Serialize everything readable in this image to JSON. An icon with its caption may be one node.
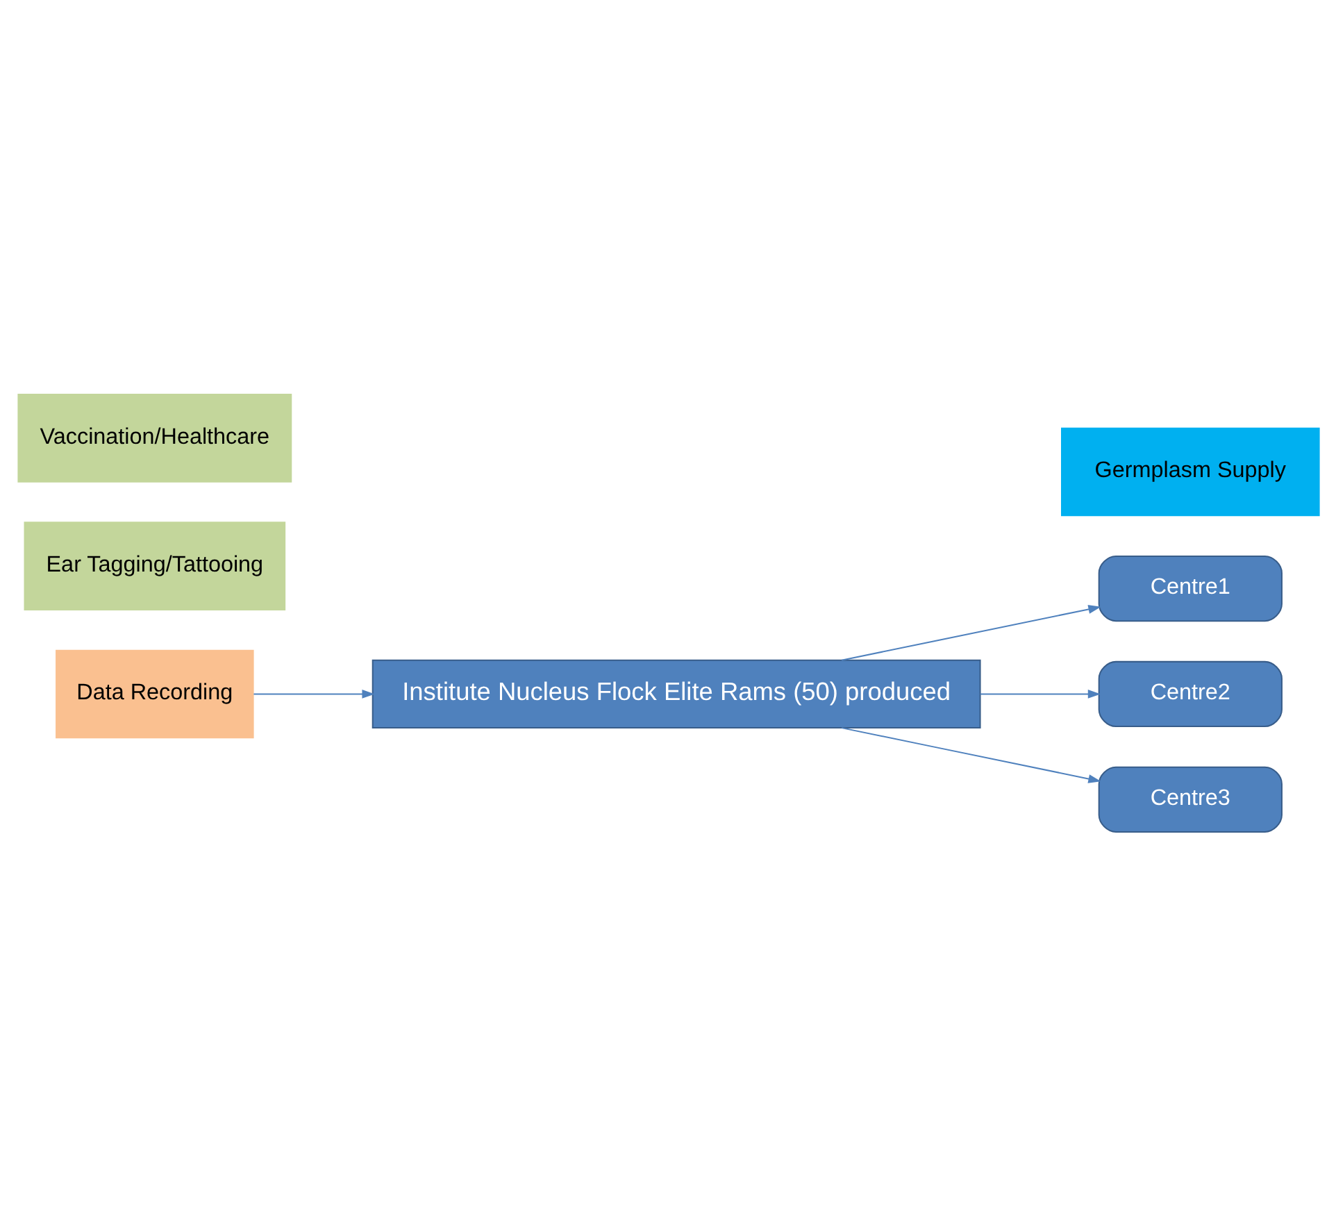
{
  "diagram": {
    "nodes": [
      {
        "text": [
          "Institute Nucleus Flock Elite Rams (50) produced"
        ]
      },
      {
        "text": [
          "Centre1"
        ]
      },
      {
        "text": [
          "Centre2"
        ]
      },
      {
        "text": [
          "Centre3"
        ]
      },
      {
        "text": [
          "Germplasm Supply"
        ]
      },
      {
        "text": [
          "Data Recording"
        ]
      },
      {
        "text": [
          "Ear Tagging/Tattooing"
        ]
      },
      {
        "text": [
          "Vaccination/Healthcare"
        ]
      }
    ],
    "edges": [
      {
        "from": 5,
        "to": 0,
        "arrow": "to"
      },
      {
        "from": 0,
        "to": 1,
        "arrow": "to"
      },
      {
        "from": 0,
        "to": 2,
        "arrow": "to"
      },
      {
        "from": 0,
        "to": 3,
        "arrow": "to"
      }
    ]
  }
}
